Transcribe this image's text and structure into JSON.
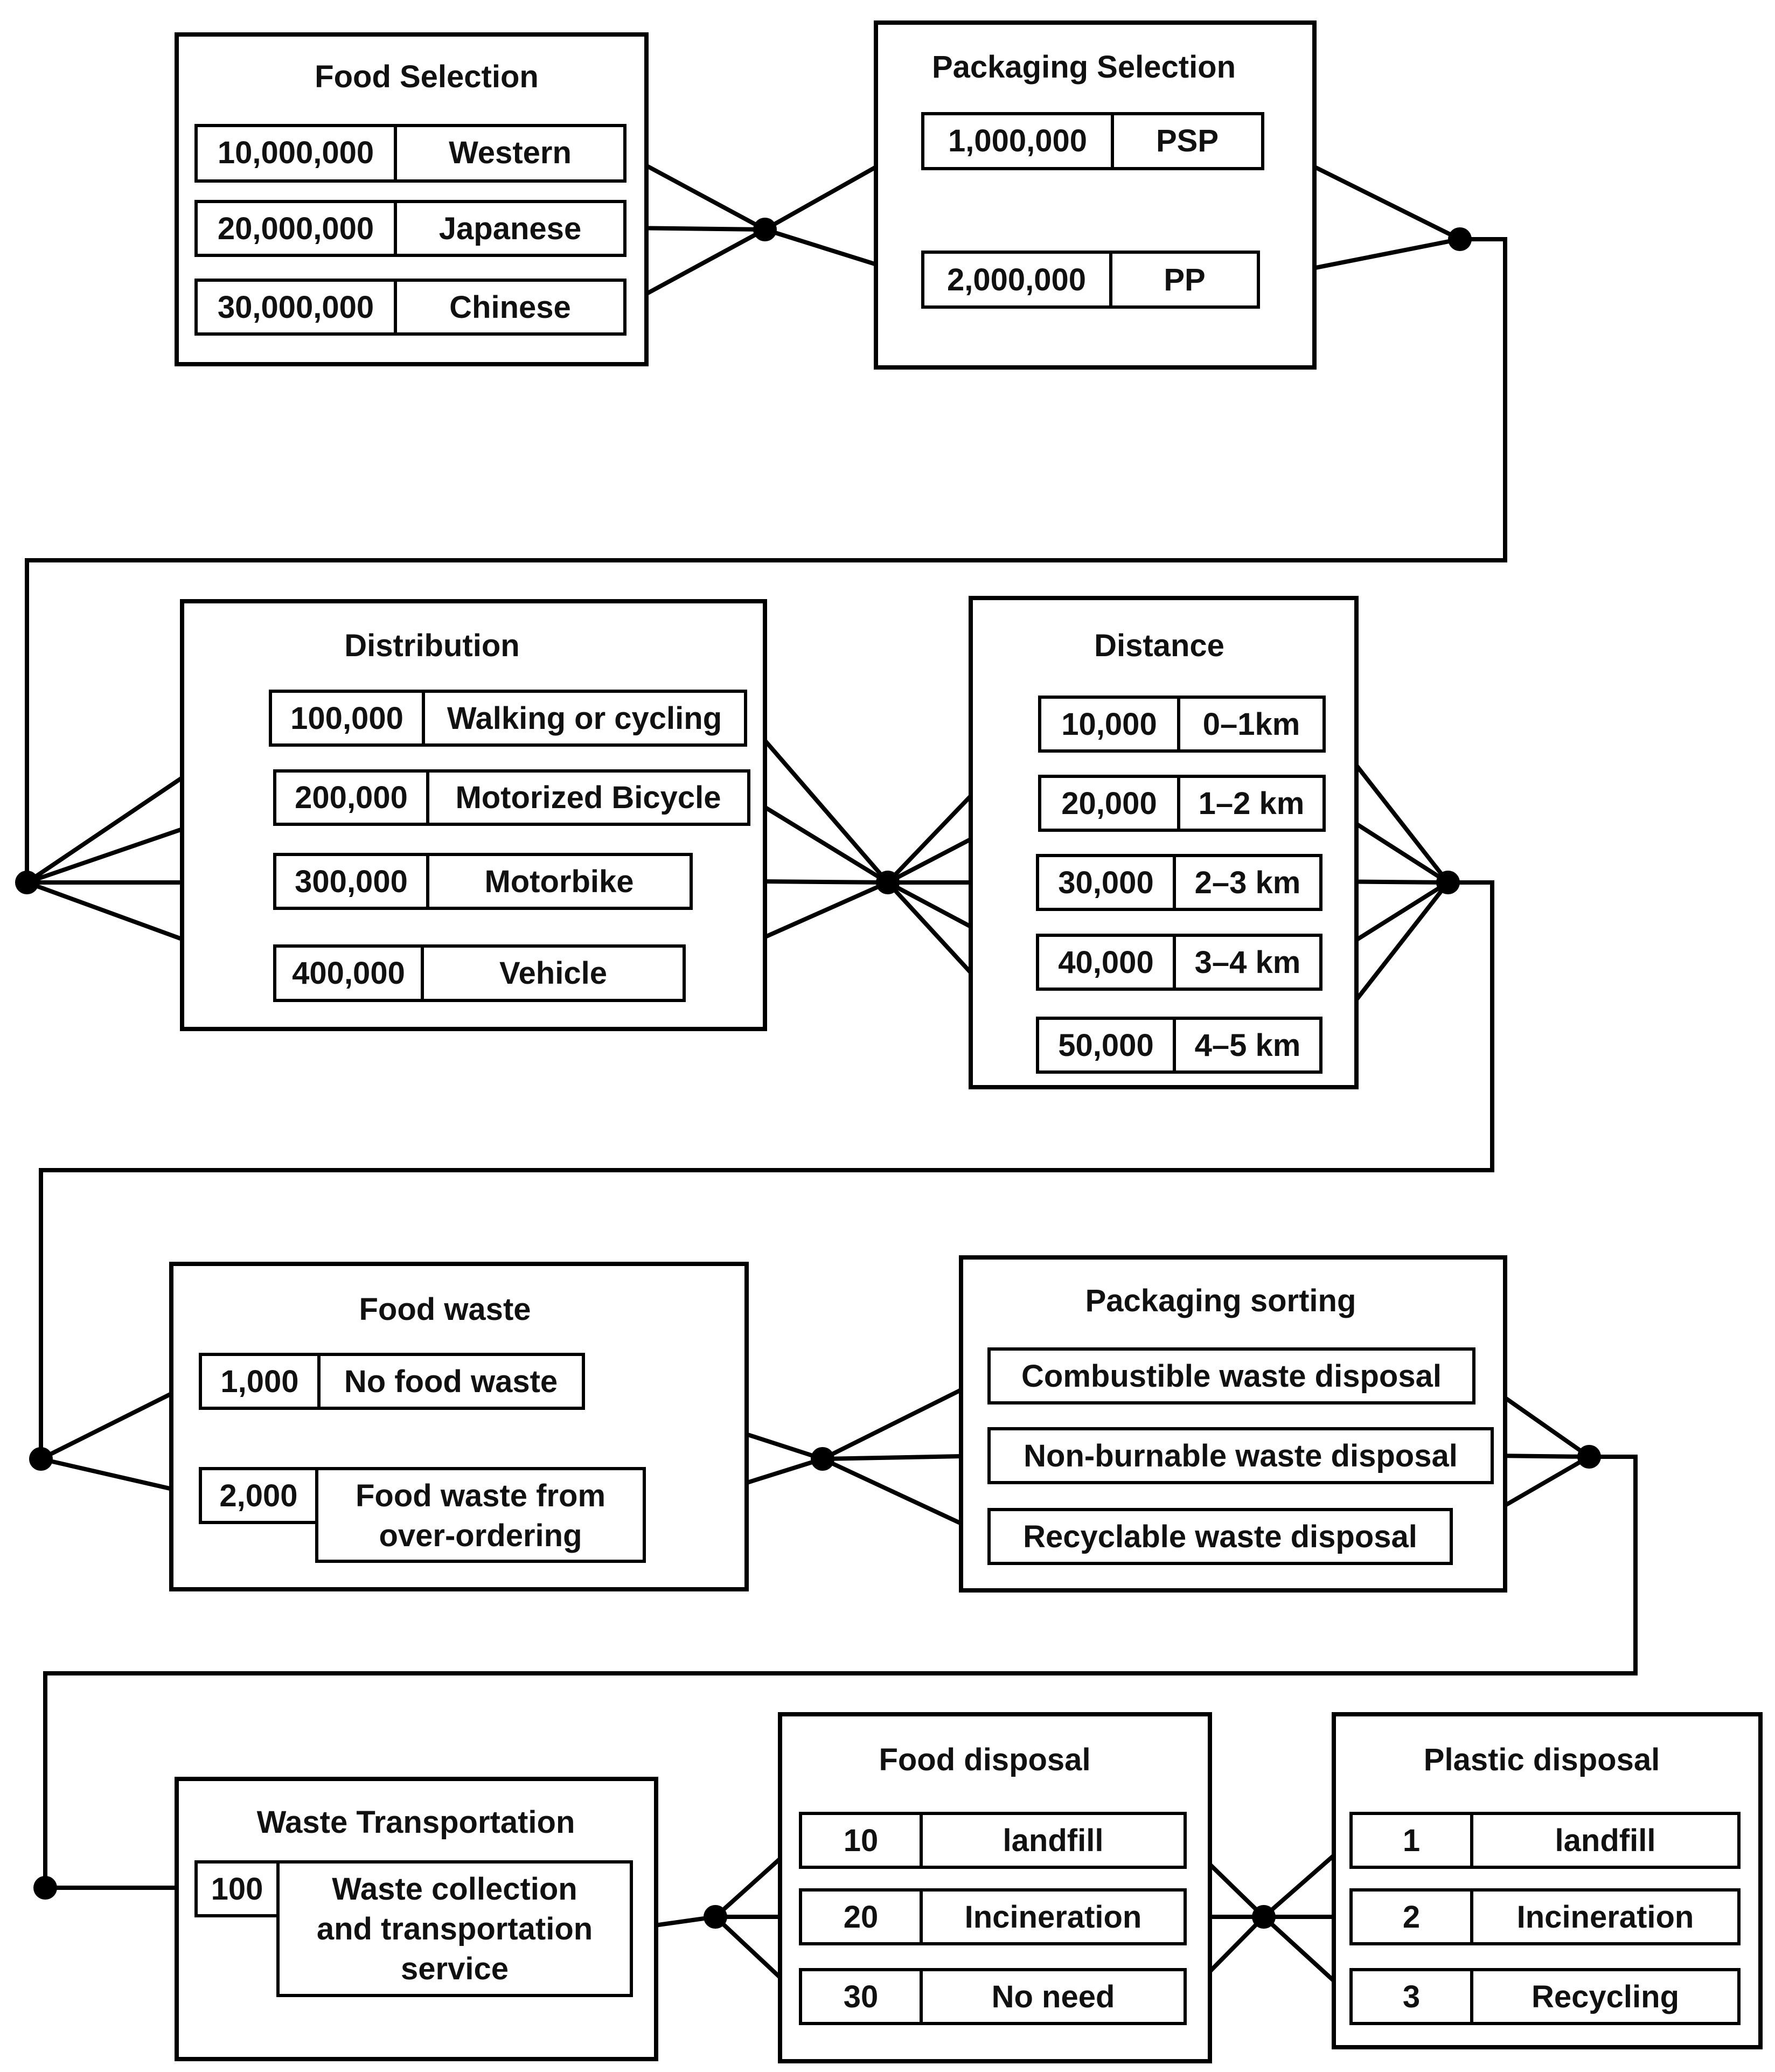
{
  "groups": {
    "food_selection": {
      "title": "Food Selection",
      "items": [
        {
          "code": "10,000,000",
          "name": "Western"
        },
        {
          "code": "20,000,000",
          "name": "Japanese"
        },
        {
          "code": "30,000,000",
          "name": "Chinese"
        }
      ]
    },
    "packaging_selection": {
      "title": "Packaging Selection",
      "items": [
        {
          "code": "1,000,000",
          "name": "PSP"
        },
        {
          "code": "2,000,000",
          "name": "PP"
        }
      ]
    },
    "distribution": {
      "title": "Distribution",
      "items": [
        {
          "code": "100,000",
          "name": "Walking or cycling"
        },
        {
          "code": "200,000",
          "name": "Motorized Bicycle"
        },
        {
          "code": "300,000",
          "name": "Motorbike"
        },
        {
          "code": "400,000",
          "name": "Vehicle"
        }
      ]
    },
    "distance": {
      "title": "Distance",
      "items": [
        {
          "code": "10,000",
          "name": "0–1km"
        },
        {
          "code": "20,000",
          "name": "1–2 km"
        },
        {
          "code": "30,000",
          "name": "2–3 km"
        },
        {
          "code": "40,000",
          "name": "3–4 km"
        },
        {
          "code": "50,000",
          "name": "4–5 km"
        }
      ]
    },
    "food_waste": {
      "title": "Food waste",
      "items": [
        {
          "code": "1,000",
          "name": "No food waste"
        },
        {
          "code": "2,000",
          "name_line1": "Food waste from",
          "name_line2": "over-ordering"
        }
      ]
    },
    "packaging_sorting": {
      "title": "Packaging sorting",
      "items": [
        {
          "name": "Combustible waste disposal"
        },
        {
          "name": "Non-burnable waste disposal"
        },
        {
          "name": "Recyclable waste disposal"
        }
      ]
    },
    "waste_transportation": {
      "title": "Waste Transportation",
      "items": [
        {
          "code": "100",
          "name_line1": "Waste collection",
          "name_line2": "and transportation",
          "name_line3": "service"
        }
      ]
    },
    "food_disposal": {
      "title": "Food disposal",
      "items": [
        {
          "code": "10",
          "name": "landfill"
        },
        {
          "code": "20",
          "name": "Incineration"
        },
        {
          "code": "30",
          "name": "No need"
        }
      ]
    },
    "plastic_disposal": {
      "title": "Plastic disposal",
      "items": [
        {
          "code": "1",
          "name": "landfill"
        },
        {
          "code": "2",
          "name": "Incineration"
        },
        {
          "code": "3",
          "name": "Recycling"
        }
      ]
    }
  }
}
